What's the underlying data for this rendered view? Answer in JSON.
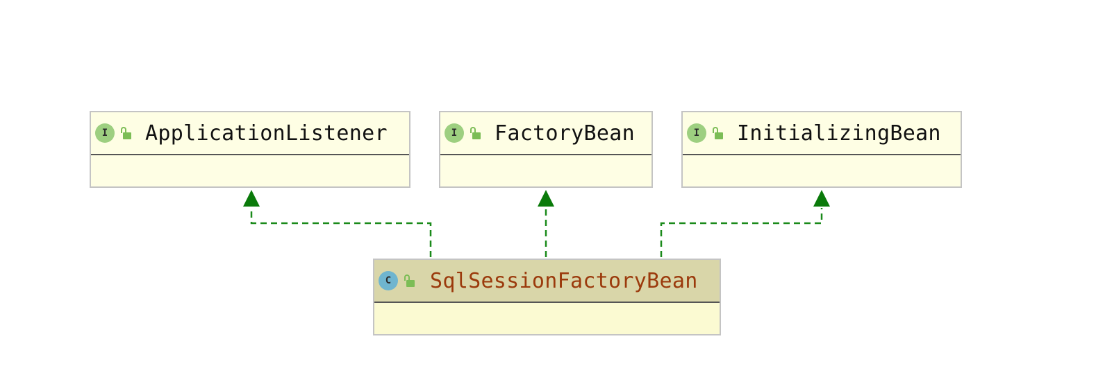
{
  "diagram": {
    "interfaces": [
      {
        "id": "application-listener",
        "name": "ApplicationListener",
        "badge": "I"
      },
      {
        "id": "factory-bean",
        "name": "FactoryBean",
        "badge": "I"
      },
      {
        "id": "initializing-bean",
        "name": "InitializingBean",
        "badge": "I"
      }
    ],
    "main_class": {
      "id": "sql-session-factory-bean",
      "name": "SqlSessionFactoryBean",
      "badge": "C"
    },
    "edge_color": "#1a8a1a",
    "arrow_color": "#0a7a0a"
  },
  "colors": {
    "interface_fill": "#fefee4",
    "class_header": "#d9d6a9",
    "class_fill": "#fbfad2",
    "class_title": "#9b3a0c",
    "interface_badge": "#9dcf80",
    "class_badge": "#6fb5cf"
  }
}
